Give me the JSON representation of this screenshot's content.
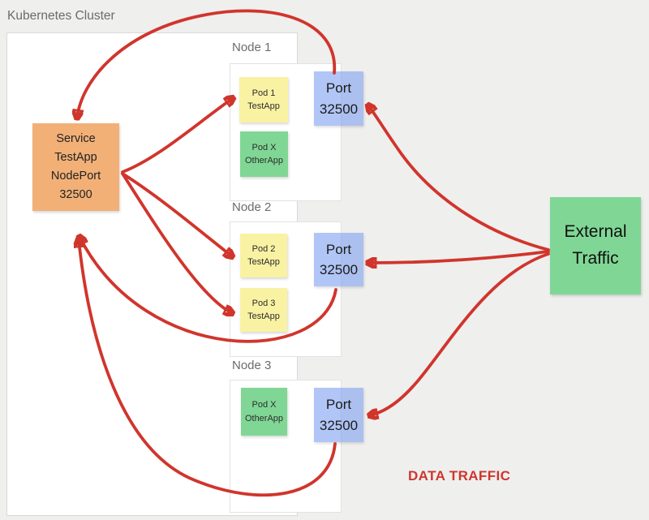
{
  "title": "Kubernetes Cluster",
  "data_traffic_label": "DATA TRAFFIC",
  "colors": {
    "background": "#efefee",
    "arrow_red": "#d0352c",
    "service_orange": "#f2b077",
    "pod_yellow": "#faf2a3",
    "pod_green": "#80d795",
    "port_blue": "#b6c9f4",
    "external_green": "#80d795",
    "label_gray": "#6b6b6b"
  },
  "service": {
    "lines": [
      "Service",
      "TestApp",
      "NodePort",
      "32500"
    ]
  },
  "external_traffic": {
    "lines": [
      "External",
      "Traffic"
    ]
  },
  "nodes": [
    {
      "label": "Node 1",
      "pods": [
        {
          "lines": [
            "Pod 1",
            "TestApp"
          ],
          "type": "testapp"
        },
        {
          "lines": [
            "Pod X",
            "OtherApp"
          ],
          "type": "otherapp"
        }
      ],
      "port": {
        "lines": [
          "Port",
          "32500"
        ]
      }
    },
    {
      "label": "Node 2",
      "pods": [
        {
          "lines": [
            "Pod 2",
            "TestApp"
          ],
          "type": "testapp"
        },
        {
          "lines": [
            "Pod 3",
            "TestApp"
          ],
          "type": "testapp"
        }
      ],
      "port": {
        "lines": [
          "Port",
          "32500"
        ]
      }
    },
    {
      "label": "Node 3",
      "pods": [
        {
          "lines": [
            "Pod X",
            "OtherApp"
          ],
          "type": "otherapp"
        }
      ],
      "port": {
        "lines": [
          "Port",
          "32500"
        ]
      }
    }
  ],
  "edges": [
    {
      "from": "node1-port",
      "to": "service"
    },
    {
      "from": "service",
      "to": "node1-pod1"
    },
    {
      "from": "service",
      "to": "node2-pod2"
    },
    {
      "from": "service",
      "to": "node2-pod3"
    },
    {
      "from": "node2-port",
      "to": "service"
    },
    {
      "from": "node3-port",
      "to": "service"
    },
    {
      "from": "external-traffic",
      "to": "node1-port"
    },
    {
      "from": "external-traffic",
      "to": "node2-port"
    },
    {
      "from": "external-traffic",
      "to": "node3-port"
    }
  ]
}
